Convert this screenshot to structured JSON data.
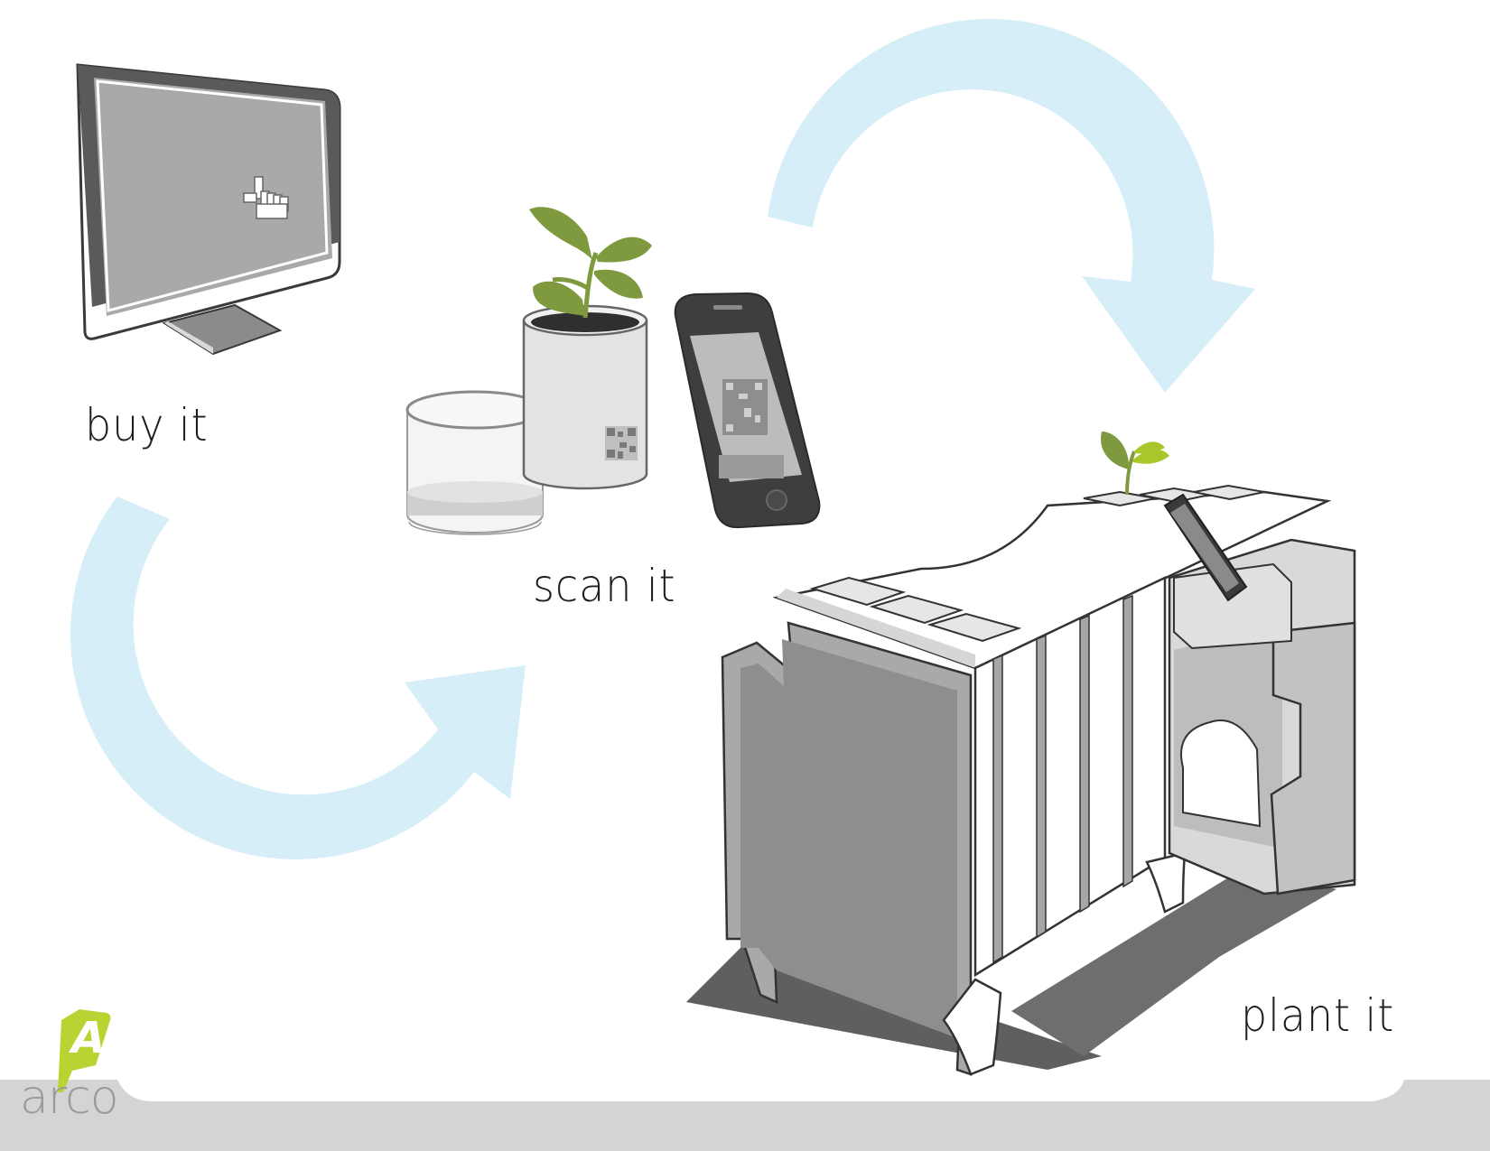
{
  "steps": {
    "buy": "buy it",
    "scan": "scan it",
    "plant": "plant it"
  },
  "brand": {
    "mark": "A",
    "name": "arco"
  },
  "colors": {
    "arrow": "#d6eef8",
    "leaf": "#7f9a3e",
    "leaf_light": "#a8c72a",
    "brand_green": "#b9d432",
    "footer": "#d4d4d4",
    "cabinet_dark": "#8e8e8e",
    "cabinet_mid": "#b4b4b4",
    "screen": "#a9a9a9"
  },
  "icons": [
    "monitor-icon",
    "pointer-hand-icon",
    "seedling-pot-icon",
    "smartphone-icon",
    "qr-code-icon",
    "planter-cabinet-icon"
  ]
}
